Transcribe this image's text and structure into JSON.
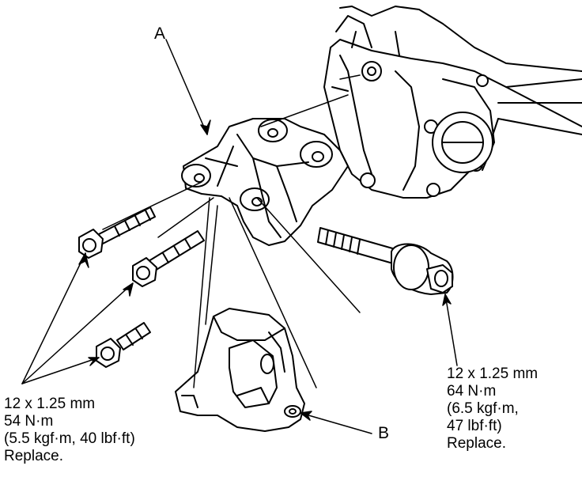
{
  "labels": {
    "a": "A",
    "b": "B"
  },
  "left_spec": {
    "size": "12 x 1.25 mm",
    "torque_nm": "54 N·m",
    "torque_alt": "(5.5 kgf·m, 40 lbf·ft)",
    "note": "Replace."
  },
  "right_spec": {
    "size": "12 x 1.25 mm",
    "torque_nm": "64 N·m",
    "torque_alt_1": "(6.5 kgf·m,",
    "torque_alt_2": "47 lbf·ft)",
    "note": "Replace."
  },
  "colors": {
    "line": "#000000",
    "fill": "#ffffff"
  }
}
